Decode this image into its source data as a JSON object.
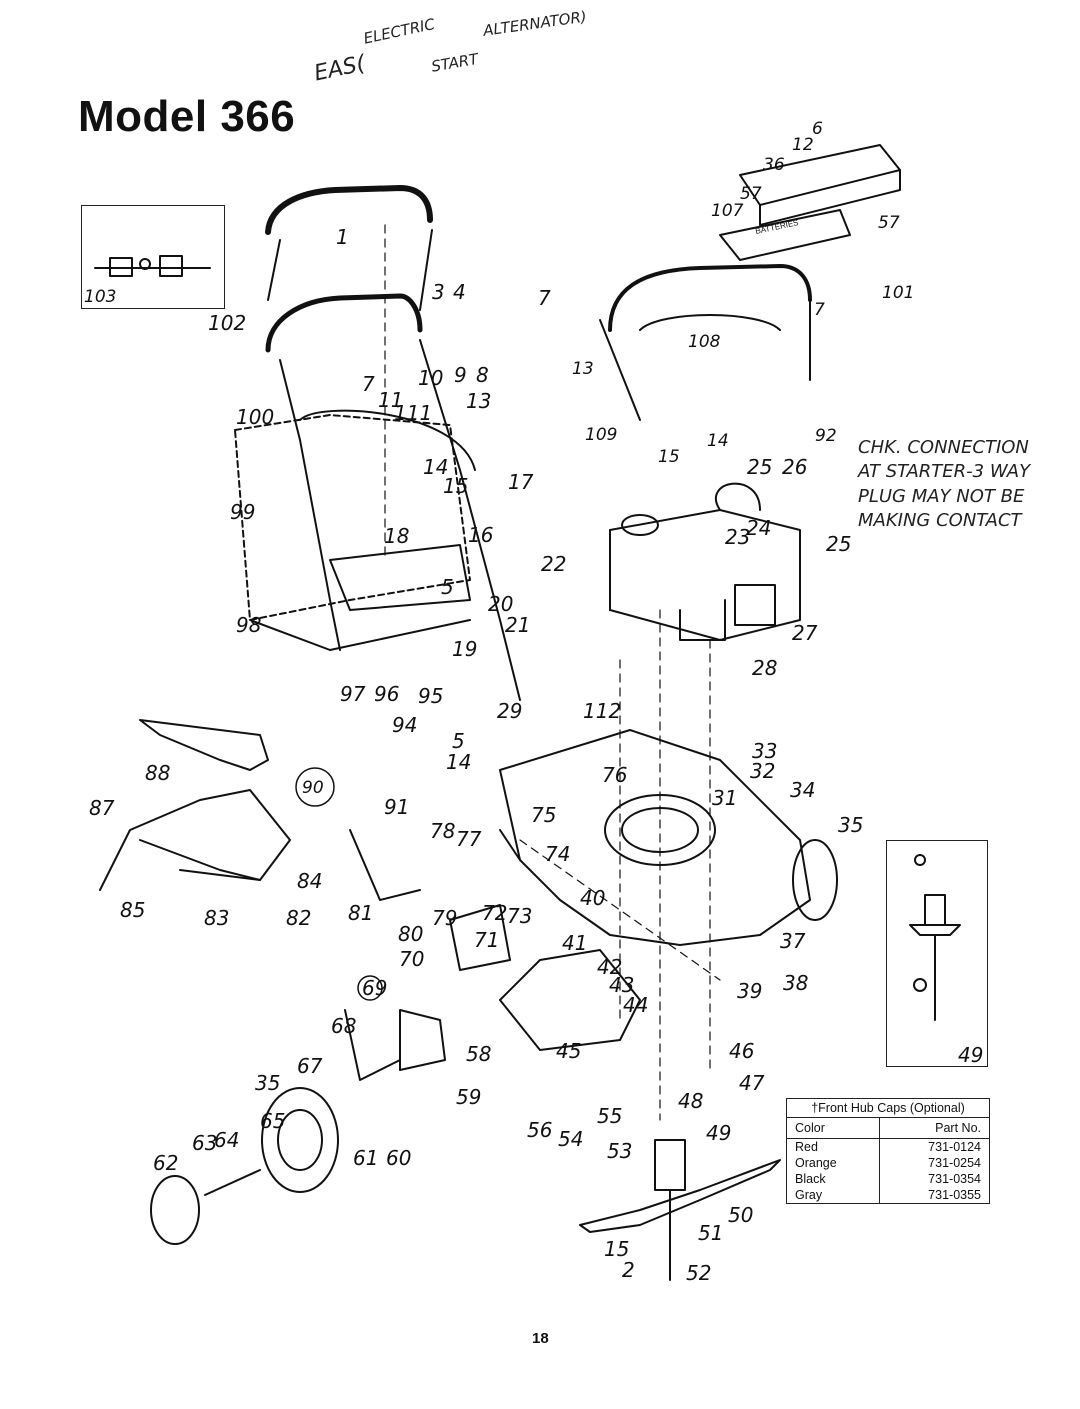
{
  "header": {
    "title": "Model 366"
  },
  "handwritten_notes": {
    "eas": "EAS(",
    "electric": "ELECTRIC",
    "alternator": "ALTERNATOR)",
    "start": "START",
    "check_line1": "CHK. CONNECTION",
    "check_line2": "AT STARTER-3 WAY",
    "check_line3": "PLUG MAY NOT BE",
    "check_line4": "MAKING CONTACT"
  },
  "inset_label": "103",
  "spindle_inset_label": "49",
  "callouts": [
    "1",
    "3",
    "4",
    "7",
    "102",
    "7",
    "11",
    "111",
    "10",
    "9",
    "8",
    "100",
    "13",
    "14",
    "15",
    "17",
    "99",
    "18",
    "16",
    "22",
    "5",
    "20",
    "21",
    "98",
    "19",
    "97",
    "96",
    "95",
    "29",
    "94",
    "5",
    "14",
    "112",
    "91",
    "78",
    "77",
    "76",
    "75",
    "74",
    "31",
    "33",
    "32",
    "34",
    "35",
    "88",
    "87",
    "84",
    "85",
    "83",
    "82",
    "81",
    "79",
    "80",
    "72",
    "73",
    "40",
    "41",
    "37",
    "38",
    "39",
    "70",
    "71",
    "69",
    "42",
    "43",
    "44",
    "68",
    "58",
    "67",
    "35",
    "59",
    "45",
    "46",
    "47",
    "65",
    "63",
    "64",
    "62",
    "61",
    "60",
    "56",
    "55",
    "48",
    "54",
    "53",
    "49",
    "50",
    "51",
    "15",
    "2",
    "52",
    "6",
    "12",
    "36",
    "57",
    "107",
    "57",
    "101",
    "7",
    "108",
    "13",
    "109",
    "15",
    "14",
    "92",
    "25",
    "26",
    "23",
    "24",
    "25",
    "27",
    "28"
  ],
  "hub_caps_table": {
    "caption": "†Front Hub Caps (Optional)",
    "headers": [
      "Color",
      "Part No."
    ],
    "rows": [
      [
        "Red",
        "731-0124"
      ],
      [
        "Orange",
        "731-0254"
      ],
      [
        "Black",
        "731-0354"
      ],
      [
        "Gray",
        "731-0355"
      ]
    ]
  },
  "batteries_label": "BATTERIES",
  "page_number": "18"
}
